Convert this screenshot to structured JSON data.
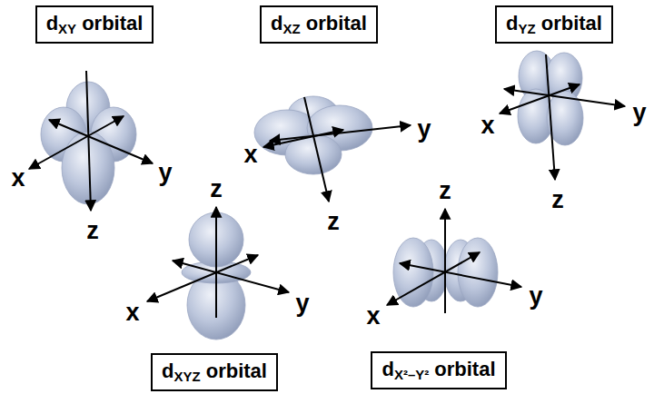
{
  "diagram": {
    "nodes": [
      {
        "text": [
          "dXY orbital"
        ]
      },
      {
        "text": [
          "dXZ orbital"
        ]
      },
      {
        "text": [
          "dYZ orbital"
        ]
      },
      {
        "text": [
          "dXYZ orbital"
        ]
      },
      {
        "text": [
          "dX²–Y² orbital"
        ]
      }
    ],
    "labels": [
      "x",
      "y",
      "z",
      "x",
      "y",
      "z",
      "x",
      "y",
      "z",
      "z",
      "x",
      "y",
      "z",
      "x",
      "y"
    ]
  }
}
